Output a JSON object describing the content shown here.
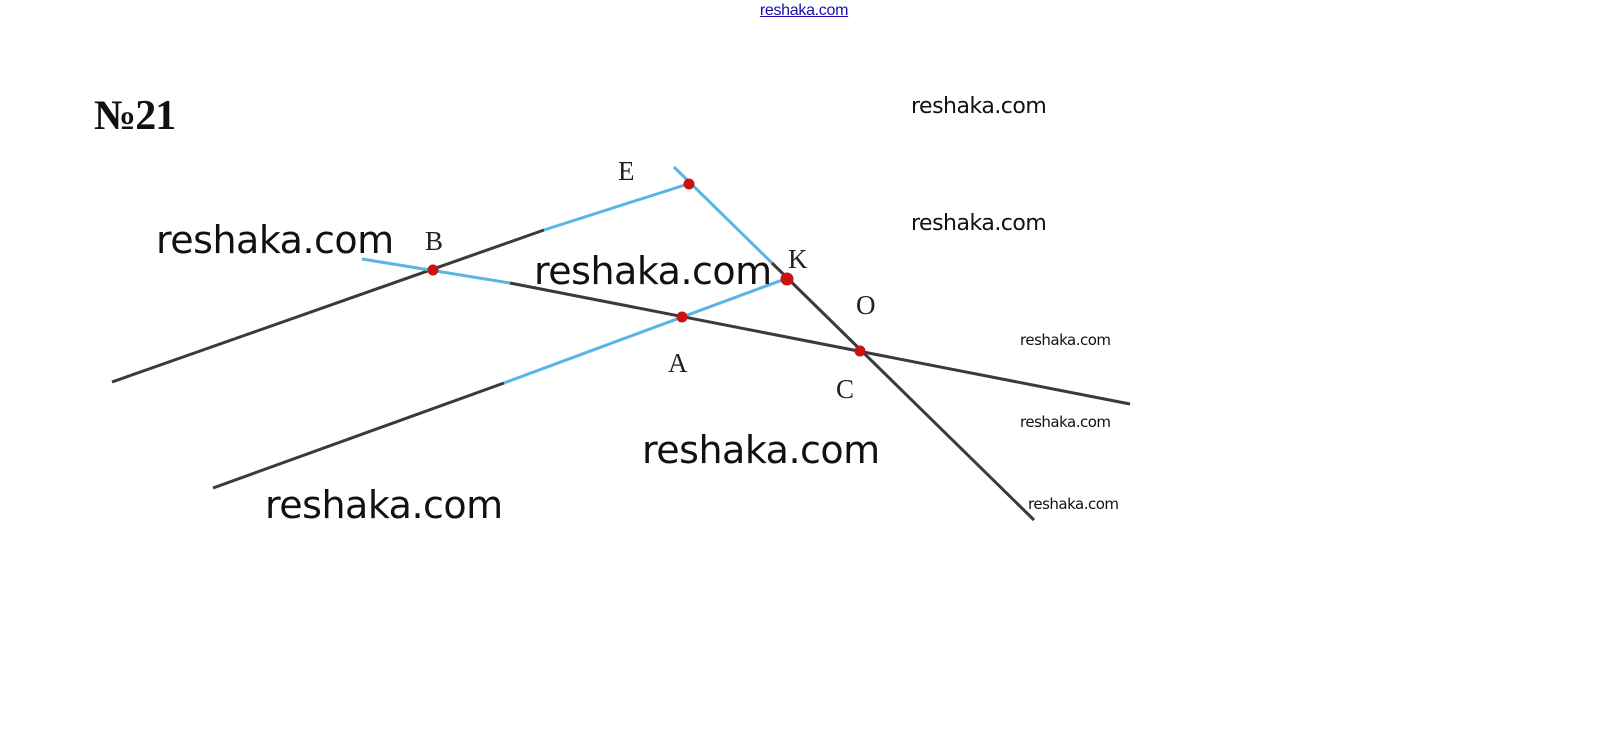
{
  "header": {
    "site_link": "reshaka.com"
  },
  "problem": {
    "number_label": "№21"
  },
  "diagram": {
    "colors": {
      "dark_line": "#3a3a3a",
      "blue_line": "#5ab4e6",
      "point_fill": "#cc1111",
      "label_text": "#222222"
    },
    "points": [
      {
        "id": "E",
        "label": "E"
      },
      {
        "id": "B",
        "label": "B"
      },
      {
        "id": "K",
        "label": "K"
      },
      {
        "id": "O",
        "label": "O"
      },
      {
        "id": "A",
        "label": "A"
      },
      {
        "id": "C",
        "label": "C"
      }
    ]
  },
  "watermarks": [
    {
      "text": "reshaka.com"
    },
    {
      "text": "reshaka.com"
    },
    {
      "text": "reshaka.com"
    },
    {
      "text": "reshaka.com"
    },
    {
      "text": "reshaka.com"
    },
    {
      "text": "reshaka.com"
    },
    {
      "text": "reshaka.com"
    },
    {
      "text": "reshaka.com"
    },
    {
      "text": "reshaka.com"
    }
  ]
}
